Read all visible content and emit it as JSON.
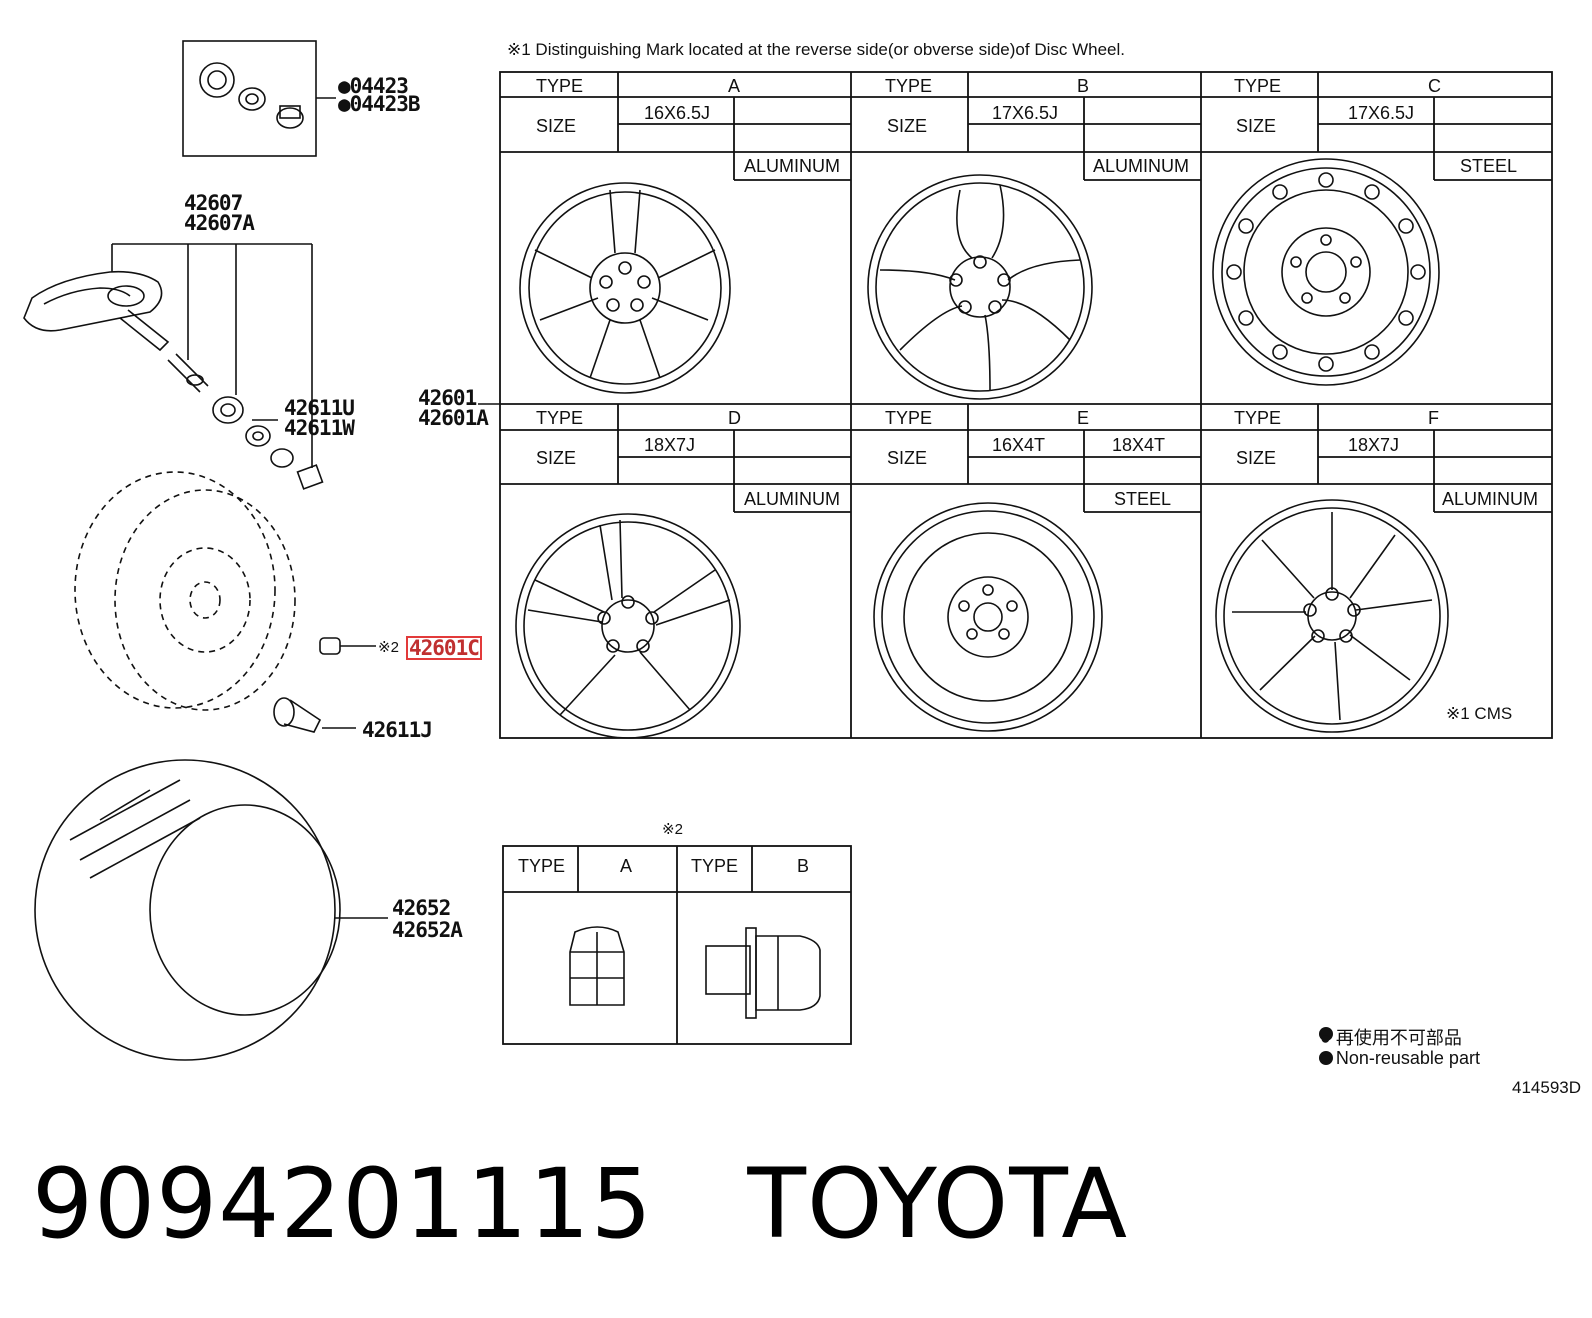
{
  "header_note": "※1 Distinguishing Mark located at the reverse side(or obverse side)of Disc Wheel.",
  "callouts": {
    "kit_a": "●04423",
    "kit_b": "●04423B",
    "sensor_a": "42607",
    "sensor_b": "42607A",
    "valve_a": "42611U",
    "valve_b": "42611W",
    "wheel_a": "42601",
    "wheel_b": "42601A",
    "nut_ref": "※2",
    "nut_part": "42601C",
    "valve_j": "42611J",
    "tire_a": "42652",
    "tire_b": "42652A"
  },
  "wheel_table": {
    "type_label": "TYPE",
    "size_label": "SIZE",
    "wheels": [
      {
        "type": "A",
        "size": "16X6.5J",
        "size2": "",
        "material": "ALUMINUM"
      },
      {
        "type": "B",
        "size": "17X6.5J",
        "size2": "",
        "material": "ALUMINUM"
      },
      {
        "type": "C",
        "size": "17X6.5J",
        "size2": "",
        "material": "STEEL"
      },
      {
        "type": "D",
        "size": "18X7J",
        "size2": "",
        "material": "ALUMINUM"
      },
      {
        "type": "E",
        "size": "16X4T",
        "size2": "18X4T",
        "material": "STEEL"
      },
      {
        "type": "F",
        "size": "18X7J",
        "size2": "",
        "material": "ALUMINUM"
      }
    ],
    "cms_note": "※1 CMS"
  },
  "nut_table": {
    "ref": "※2",
    "type_label": "TYPE",
    "types": [
      "A",
      "B"
    ]
  },
  "legend": {
    "line1": "● 再使用不可部品",
    "line2": "● Non-reusable part"
  },
  "diagram_code": "414593D",
  "footer": {
    "part_number": "9094201115",
    "brand": "TOYOTA"
  }
}
